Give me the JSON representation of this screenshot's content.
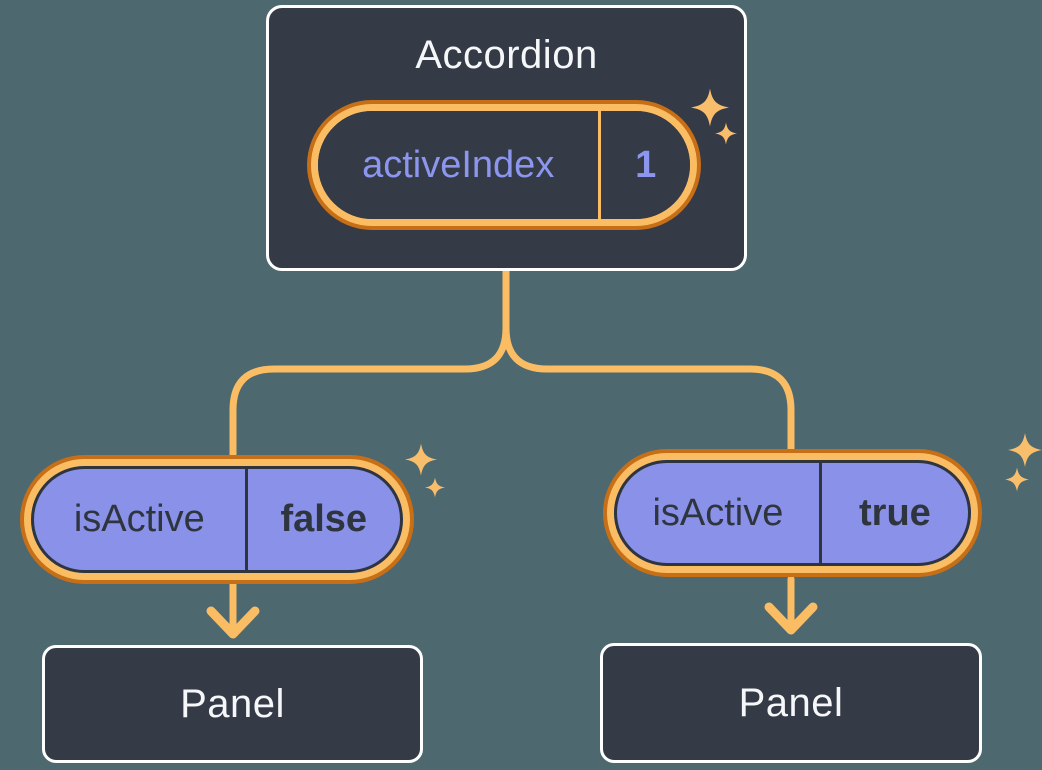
{
  "colors": {
    "background": "#4E686F",
    "node_fill": "#343A46",
    "node_border": "#FFFFFF",
    "node_text": "#F6F7F9",
    "accent_orange_light": "#FABD63",
    "accent_orange_dark": "#C76F17",
    "prop_pill_fill": "#8A91E8",
    "prop_pill_text": "#2F353E",
    "state_text_purple": "#8C96EE",
    "sparkle": "#F8BE6C"
  },
  "icons": {
    "sparkle": "four-point-star",
    "arrow": "down-arrow"
  },
  "root": {
    "title": "Accordion",
    "state_pill": {
      "name": "activeIndex",
      "value": "1"
    }
  },
  "children": [
    {
      "prop_pill": {
        "name": "isActive",
        "value": "false"
      },
      "panel_label": "Panel"
    },
    {
      "prop_pill": {
        "name": "isActive",
        "value": "true"
      },
      "panel_label": "Panel"
    }
  ]
}
